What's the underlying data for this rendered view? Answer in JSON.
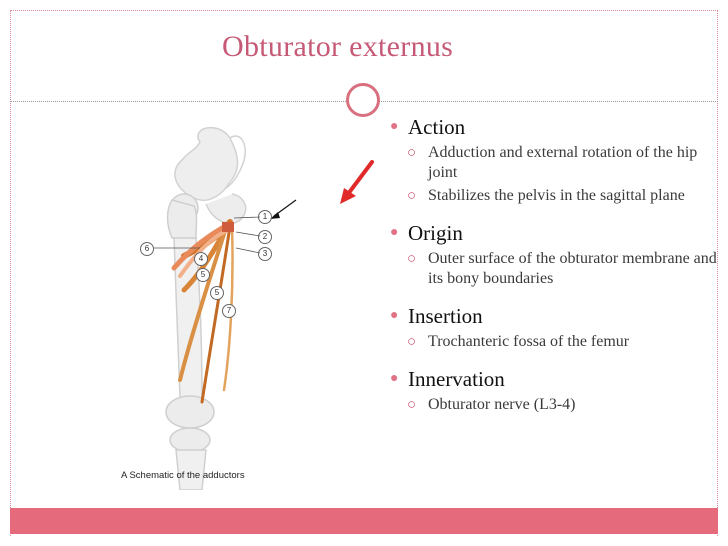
{
  "slide": {
    "title": "Obturator externus",
    "accent_color": "#c65a76",
    "footer_color": "#e56b7c"
  },
  "figure": {
    "caption": "A  Schematic of the adductors",
    "labels": [
      "1",
      "2",
      "3",
      "4",
      "5",
      "5",
      "6",
      "7"
    ],
    "muscle_color": "#cf7a2e"
  },
  "content": {
    "sections": [
      {
        "heading": "Action",
        "items": [
          "Adduction and external rotation of the hip joint",
          "Stabilizes the pelvis in the sagittal plane"
        ]
      },
      {
        "heading": "Origin",
        "items": [
          "Outer surface of the obturator membrane and its bony boundaries"
        ]
      },
      {
        "heading": "Insertion",
        "items": [
          "Trochanteric fossa of the femur"
        ]
      },
      {
        "heading": "Innervation",
        "items": [
          "Obturator nerve (L3-4)"
        ]
      }
    ]
  }
}
